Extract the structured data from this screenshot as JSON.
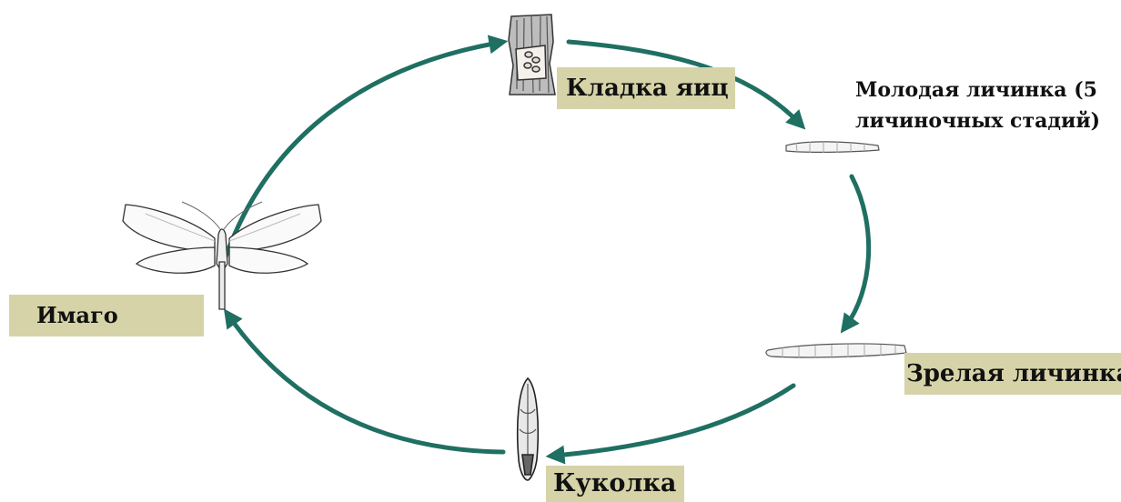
{
  "colors": {
    "arrow": "#1f6f62",
    "label_background": "#d6d3a8",
    "drawing_stroke": "#333333"
  },
  "stages": {
    "egg_laying": "Кладка яиц",
    "young_larva": "Молодая личинка (5\nличиночных стадий)",
    "mature_larva": "Зрелая личинка",
    "pupa": "Куколка",
    "imago": "Имаго"
  },
  "icons": {
    "egg_laying": "bark-with-eggs-icon",
    "young_larva": "small-larva-icon",
    "mature_larva": "large-larva-icon",
    "pupa": "pupa-icon",
    "imago": "moth-icon"
  }
}
